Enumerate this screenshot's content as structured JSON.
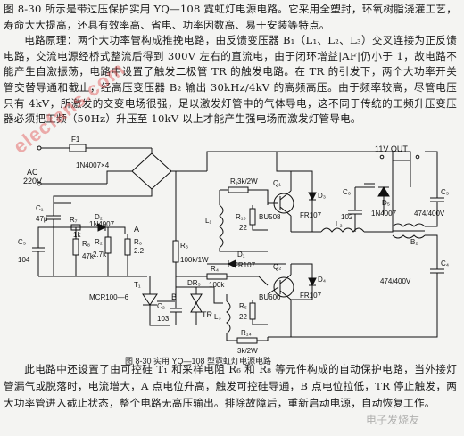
{
  "top_text": {
    "p1": "图 8-30 所示是带过压保护实用 YQ—108 霓虹灯电源电路。它采用全塑封，环氧树脂浇灌工艺，寿命大大提高，还具有效率高、省电、功率因数高、易于安装等特点。",
    "p2": "电路原理：两个大功率管构成推挽电路，由反馈变压器 B₁（L₁、L₂、L₃）交叉连接为正反馈电路，交流电源经桥式整流后得到 300V 左右的直流电，由于闭环增益|AF|仍小于 1，故电路不能产生自激振荡，电路中设置了触发二极管 TR 的触发电路。在 TR 的引发下，两个大功率开关管交替导通和截止，经高压变压器 B₂ 输出 30kHz/4kV 的高频高压。由于频率较高，尽管电压只有 4kV，所激发的交变电场很强，足以激发灯管中的气体导电，这不同于传统的工频升压变压器必须把工频（50Hz）升压至 10kV 以上才能产生强电场而激发灯管导电。"
  },
  "caption": "图 8-30   实用 YQ—108 型霓虹灯电源电路",
  "bottom_text": {
    "p1": "此电路中还设置了由可控硅 T₁ 和采样电阻 R₆ 和 R₈ 等元件构成的自动保护电路，当外接灯管漏气或脱落时，电流增大，A 点电位升高，触发可控硅导通，B 点电位拉低，TR 停止触发，两大功率管进入截止状态，整个电路无高压输出。排除故障后，重新启动电源，自动恢复工作。"
  },
  "labels": {
    "fuse": "F1",
    "bridge": "1N4007×4",
    "ac1": "AC",
    "ac2": "220V",
    "c1": "C₁",
    "c1v": "47μ",
    "r7": "R₇",
    "r7v": "1k",
    "d2": "D₂",
    "d2v": "1N4007",
    "a": "A",
    "r6": "R₆",
    "r6v": "2.2",
    "c5": "C₅",
    "c5v": "104",
    "r8": "R₈",
    "r8v": "47k",
    "r2": "R₂",
    "r2v": "2.7k",
    "t1": "T₁",
    "mcr": "MCR100—6",
    "b": "B",
    "r3": "R₃",
    "r3v": "100k/1W",
    "c2": "C₂",
    "c2v": "103",
    "dr3": "DR₃",
    "tr": "TR",
    "r4": "R₄",
    "r4v": "100k",
    "d1": "D₁",
    "d1v": "FR107",
    "r1": "R₁",
    "r1v": "3k/2W",
    "l1": "L₁",
    "q1": "Q₁",
    "q1v": "BU508",
    "r13": "R₁₃",
    "r13v": "22",
    "d3": "D₃",
    "d3v": "FR107",
    "l2": "L₂",
    "q2": "Q₂",
    "q2v": "BU600",
    "d4": "D₄",
    "d4v": "FR107",
    "r5": "R₅",
    "r5v": "22",
    "l3": "L₃",
    "r14": "R₁₄",
    "r14v": "3k/2W",
    "c6": "C₆",
    "c6v": "102",
    "d5": "D₅",
    "d5v": "1N4007",
    "out": "11V  OUT",
    "b2": "B₂",
    "c3": "C₃",
    "c3v": "474/400V",
    "c4": "C₄",
    "c4v": "474/400V"
  },
  "watermarks": {
    "left": "elecfans.com",
    "right": "电子发烧友"
  }
}
